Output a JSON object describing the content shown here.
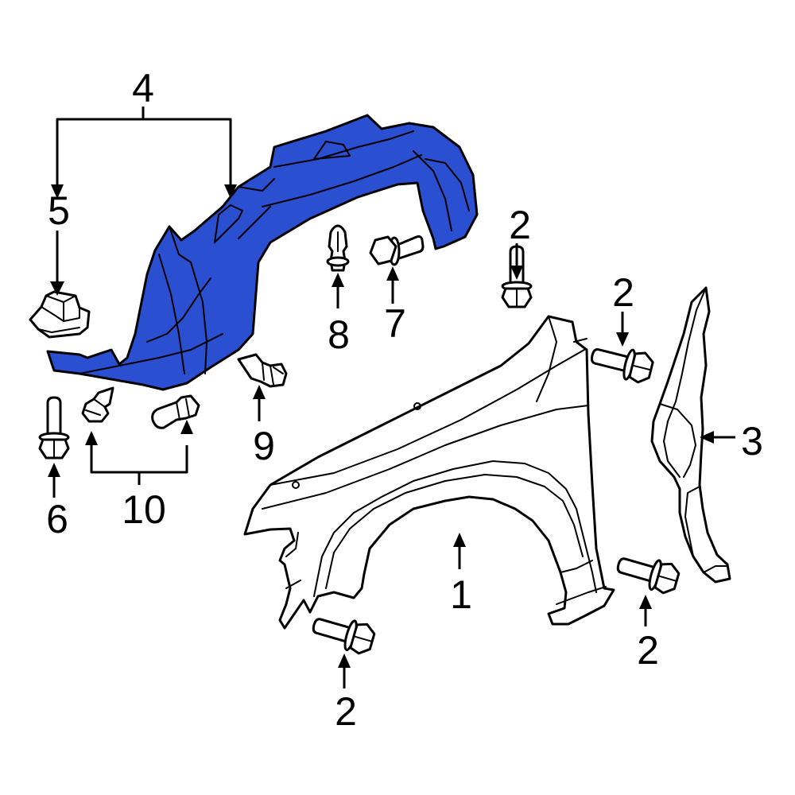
{
  "colors": {
    "highlight_fill": "#2a4fd0",
    "outline": "#000000",
    "background": "#ffffff"
  },
  "callouts": {
    "c1": "1",
    "c2a": "2",
    "c2b": "2",
    "c2c": "2",
    "c2d": "2",
    "c3": "3",
    "c4": "4",
    "c5": "5",
    "c6": "6",
    "c7": "7",
    "c8": "8",
    "c9": "9",
    "c10": "10"
  }
}
